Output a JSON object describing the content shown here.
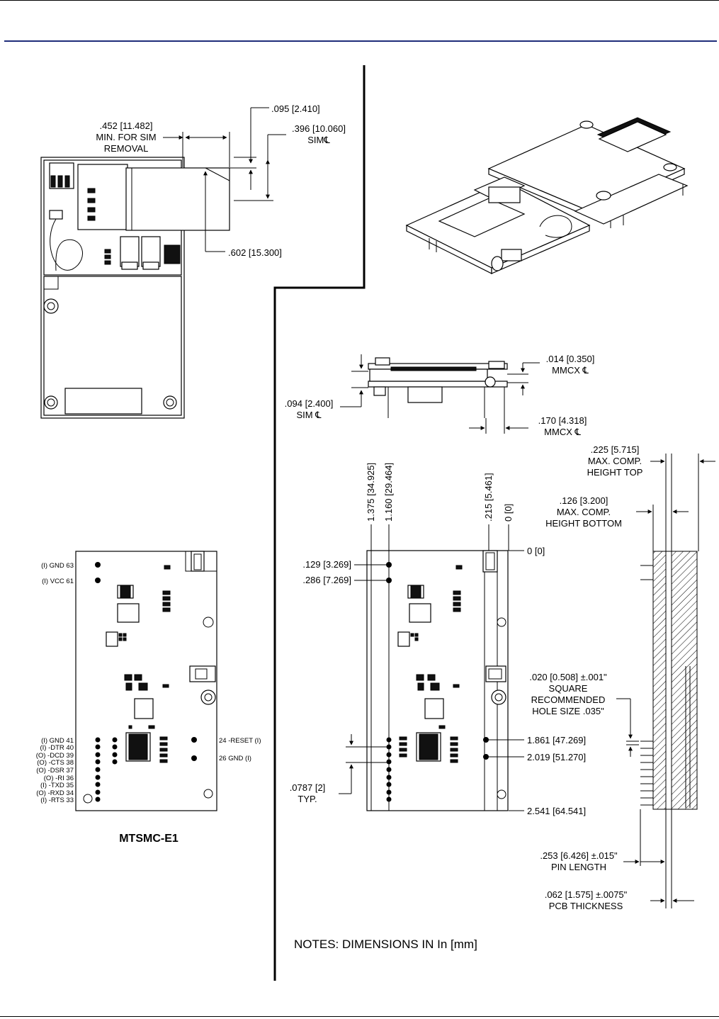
{
  "top_view": {
    "dim_sim_removal": [
      ".452 [11.482]",
      "MIN. FOR SIM",
      "REMOVAL"
    ],
    "dim_095": ".095 [2.410]",
    "dim_396": [
      ".396 [10.060]",
      "SIM℄"
    ],
    "dim_602": ".602 [15.300]"
  },
  "side_view": {
    "dim_014": [
      ".014 [0.350]",
      "MMCX ℄"
    ],
    "dim_094": [
      ".094 [2.400]",
      "SIM ℄"
    ],
    "dim_170": [
      ".170 [4.318]",
      "MMCX ℄"
    ]
  },
  "pinout": {
    "title": "MTSMC-E1",
    "left_pins_top": [
      "(I) GND  63",
      "(I) VCC  61"
    ],
    "left_pins_bottom": [
      "(I) GND  41",
      "(I) -DTR  40",
      "(O) -DCD  39",
      "(O) -CTS  38",
      "(O) -DSR  37",
      "(O) -RI  36",
      "(I) -TXD  35",
      "(O) -RXD  34",
      "(I) -RTS  33"
    ],
    "right_pins": [
      "24  -RESET (I)",
      "26  GND (I)"
    ]
  },
  "bottom_view": {
    "vertical_dims": [
      "1.375 [34.925]",
      "1.160 [29.464]",
      ".215 [5.461]",
      "0 [0]"
    ],
    "row_dims": [
      ".129 [3.269]",
      ".286 [7.269]"
    ],
    "right_dims": [
      "0 [0]",
      "1.861 [47.269]",
      "2.019 [51.270]",
      "2.541 [64.541]"
    ],
    "pitch": [
      ".0787 [2]",
      "TYP."
    ]
  },
  "edge_view": {
    "dim_225": [
      ".225 [5.715]",
      "MAX. COMP.",
      "HEIGHT TOP"
    ],
    "dim_126": [
      ".126 [3.200]",
      "MAX. COMP.",
      "HEIGHT BOTTOM"
    ],
    "dim_020": [
      ".020 [0.508] ±.001\"",
      "SQUARE",
      "RECOMMENDED",
      "HOLE SIZE .035\""
    ],
    "dim_253": [
      ".253 [6.426] ±.015\"",
      "PIN LENGTH"
    ],
    "dim_062": [
      ".062 [1.575] ±.0075\"",
      "PCB THICKNESS"
    ]
  },
  "notes": "NOTES: DIMENSIONS IN  In [mm]"
}
